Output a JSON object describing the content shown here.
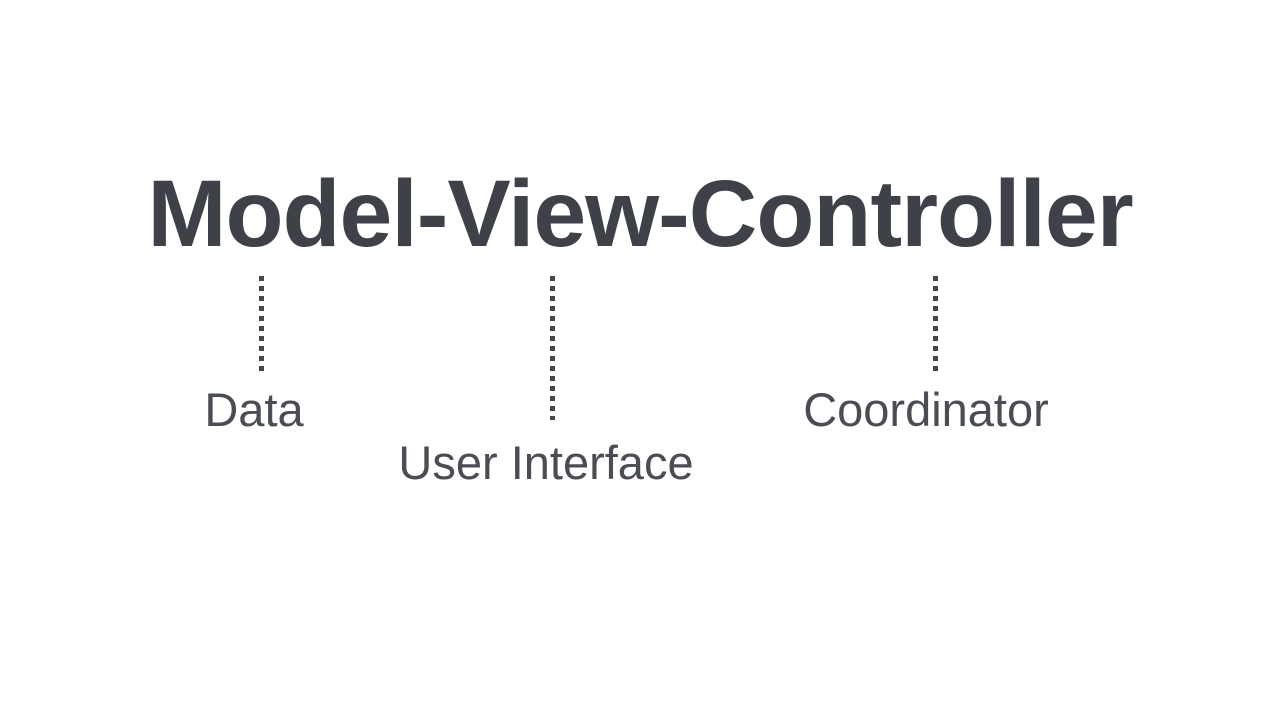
{
  "title": "Model-View-Controller",
  "annotations": [
    {
      "term": "Model",
      "label": "Data"
    },
    {
      "term": "View",
      "label": "User Interface"
    },
    {
      "term": "Controller",
      "label": "Coordinator"
    }
  ],
  "colors": {
    "background": "#ffffff",
    "title_text": "#3e4248",
    "label_text": "#4a4e54",
    "connector": "#43474d"
  }
}
